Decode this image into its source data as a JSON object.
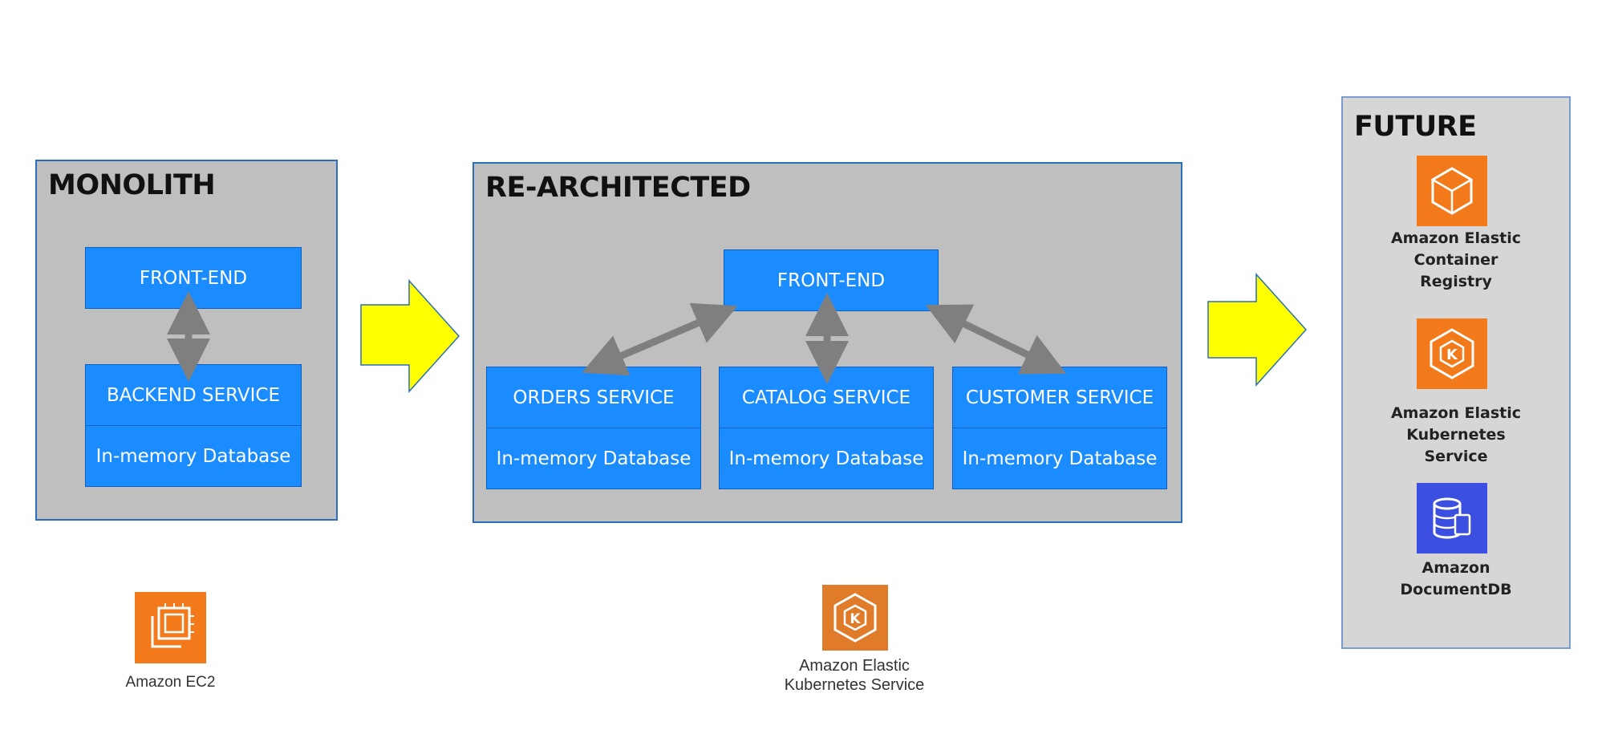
{
  "monolith": {
    "title": "MONOLITH",
    "frontend": "FRONT-END",
    "backend": "BACKEND SERVICE",
    "database": "In-memory Database"
  },
  "rearchitected": {
    "title": "RE-ARCHITECTED",
    "frontend": "FRONT-END",
    "services": [
      {
        "name": "ORDERS SERVICE",
        "database": "In-memory Database"
      },
      {
        "name": "CATALOG SERVICE",
        "database": "In-memory Database"
      },
      {
        "name": "CUSTOMER SERVICE",
        "database": "In-memory Database"
      }
    ]
  },
  "future": {
    "title": "FUTURE",
    "items": [
      {
        "line1": "Amazon Elastic Container",
        "line2": "Registry",
        "icon": "container-registry-icon",
        "color": "#f27a1a"
      },
      {
        "line1": "Amazon Elastic Kubernetes",
        "line2": "Service",
        "icon": "kubernetes-service-icon",
        "color": "#f27a1a"
      },
      {
        "line1": "Amazon",
        "line2": "DocumentDB",
        "icon": "documentdb-icon",
        "color": "#3b4fe0"
      }
    ]
  },
  "bottom": {
    "ec2": {
      "label": "Amazon EC2",
      "icon": "ec2-icon",
      "color": "#f27a1a"
    },
    "eks": {
      "line1": "Amazon Elastic",
      "line2": "Kubernetes Service",
      "icon": "eks-icon",
      "color": "#e07b2a"
    }
  },
  "colors": {
    "panel": "#bfbfbf",
    "service_box": "#1a8cff",
    "transition_arrow": "#ffff00",
    "connector": "#7f7f7f"
  }
}
